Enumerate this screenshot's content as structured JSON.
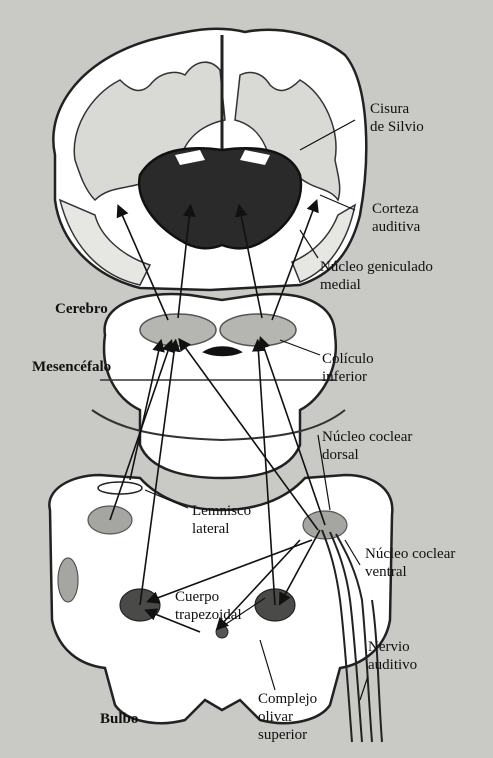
{
  "labels": {
    "cisura_silvio": "Cisura\nde Silvio",
    "corteza_auditiva": "Corteza\nauditiva",
    "cerebro": "Cerebro",
    "nucleo_geniculado": "Núcleo geniculado\nmedial",
    "coliculo_inferior": "Colículo\ninferior",
    "mesencefalo": "Mesencéfalo",
    "nucleo_coclear_dorsal": "Núcleo coclear\ndorsal",
    "lemnisco_lateral": "Lemnisco\nlateral",
    "nucleo_coclear_ventral": "Núcleo coclear\nventral",
    "cuerpo_trapezoidal": "Cuerpo\ntrapezoidal",
    "nervio_auditivo": "Nervio\nauditivo",
    "complejo_olivar": "Complejo\nolivar\nsuperior",
    "bulbo": "Bulbo"
  },
  "colors": {
    "page": "#c9c9c6",
    "ink": "#111111",
    "cortex_fill": "#ffffff",
    "nucleus_fill": "#2a2a2a",
    "stipple": "#8a8a8a"
  }
}
